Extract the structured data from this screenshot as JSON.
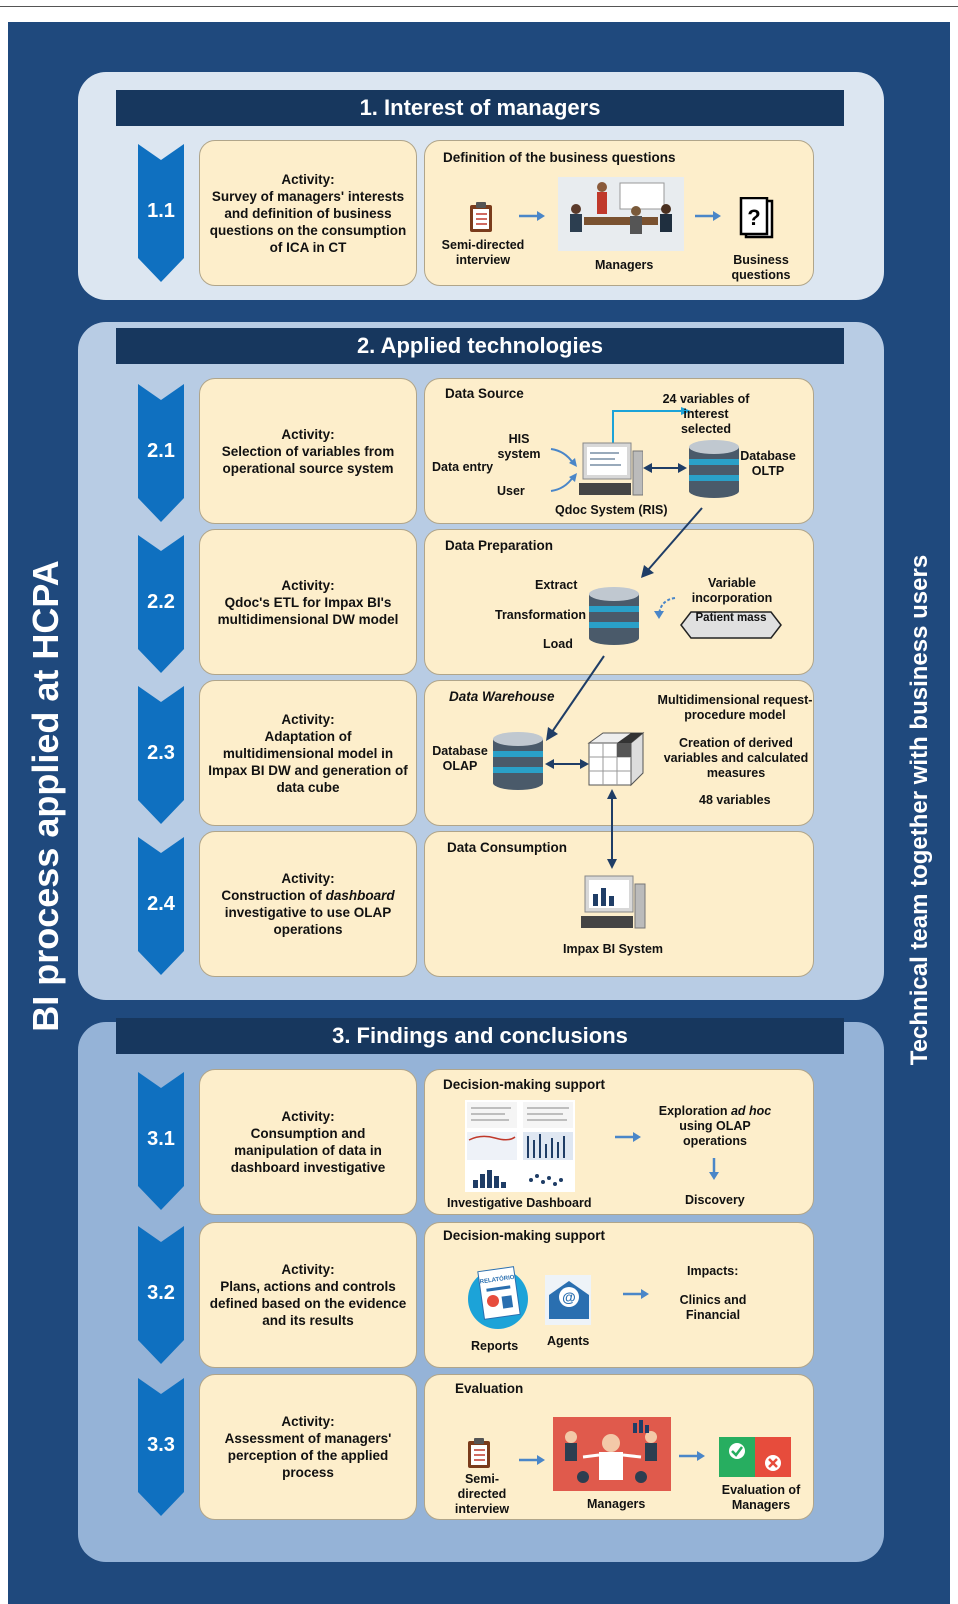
{
  "titles": {
    "left": "BI process applied at HCPA",
    "right": "Technical team together with business users"
  },
  "sections": [
    {
      "title": "1. Interest of managers"
    },
    {
      "title": "2. Applied technologies"
    },
    {
      "title": "3. Findings and conclusions"
    }
  ],
  "steps": {
    "s11": {
      "num": "1.1",
      "activity": "Activity:",
      "text": "Survey of managers' interests and definition of business questions on the consumption of ICA in CT"
    },
    "s21": {
      "num": "2.1",
      "activity": "Activity:",
      "text": "Selection of variables from operational source system"
    },
    "s22": {
      "num": "2.2",
      "activity": "Activity:",
      "text": "Qdoc's ETL for Impax BI's multidimensional  DW model"
    },
    "s23": {
      "num": "2.3",
      "activity": "Activity:",
      "text": "Adaptation of multidimensional  model in Impax BI DW and generation of data cube"
    },
    "s24": {
      "num": "2.4",
      "activity": "Activity:",
      "text_pre": "Construction of ",
      "text_em": "dashboard",
      "text_post": " investigative to use OLAP operations"
    },
    "s31": {
      "num": "3.1",
      "activity": "Activity:",
      "text": "Consumption and manipulation of data in dashboard investigative"
    },
    "s32": {
      "num": "3.2",
      "activity": "Activity:",
      "text": "Plans, actions and controls defined based on the evidence and its results"
    },
    "s33": {
      "num": "3.3",
      "activity": "Activity:",
      "text": "Assessment of managers' perception of the applied process"
    }
  },
  "details": {
    "d11": {
      "heading": "Definition  of the business questions",
      "interview": "Semi-directed interview",
      "managers": "Managers",
      "business": "Business questions"
    },
    "d21": {
      "heading": "Data Source",
      "vars": "24 variables of interest selected",
      "his": "HIS system",
      "entry": "Data entry",
      "user": "User",
      "qdoc": "Qdoc System (RIS)",
      "oltp": "Database OLTP"
    },
    "d22": {
      "heading": "Data Preparation",
      "extract": "Extract",
      "transform": "Transformation",
      "load": "Load",
      "variable": "Variable incorporation",
      "patient": "Patient mass"
    },
    "d23": {
      "heading": "Data Warehouse",
      "olap": "Database OLAP",
      "model": "Multidimensional request-procedure model",
      "derived": "Creation of derived variables and calculated measures",
      "count": "48 variables"
    },
    "d24": {
      "heading": "Data Consumption",
      "impax": "Impax BI System"
    },
    "d31": {
      "heading": "Decision-making support",
      "dashboard": "Investigative Dashboard",
      "explore_pre": "Exploration ",
      "explore_em": "ad hoc",
      "explore_post": "using OLAP operations",
      "discovery": "Discovery"
    },
    "d32": {
      "heading": "Decision-making support",
      "reports": "Reports",
      "agents": "Agents",
      "impacts": "Impacts:",
      "clinics": "Clinics and Financial",
      "stamp": "RELATÓRIO"
    },
    "d33": {
      "heading": "Evaluation",
      "interview": "Semi-directed interview",
      "managers": "Managers",
      "evaluation": "Evaluation of Managers"
    }
  },
  "colors": {
    "frame": "#1f497d",
    "header": "#17375e",
    "box": "#fdeecb",
    "chevron": "#0f70c0",
    "arrow": "#4a86c8",
    "line": "#1f3d66"
  }
}
